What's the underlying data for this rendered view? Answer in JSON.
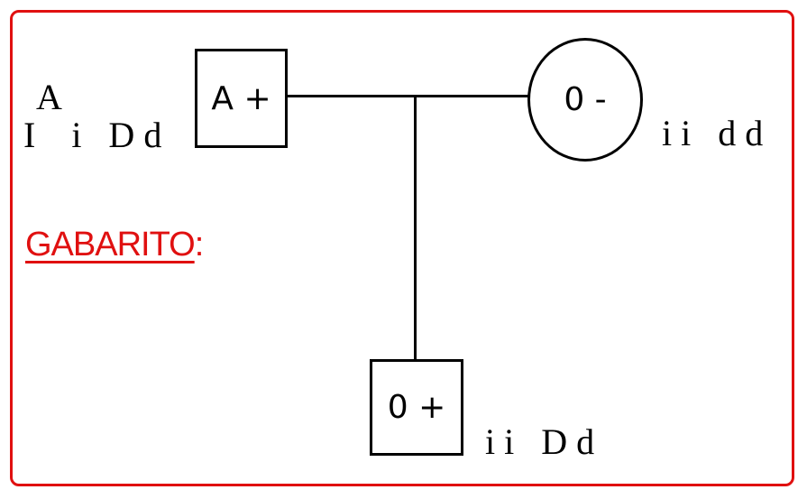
{
  "father": {
    "phenotype": "A +",
    "genotype": "I    i   D d",
    "superscript": "A"
  },
  "mother": {
    "phenotype": "0 -",
    "genotype": "i i   d d"
  },
  "child": {
    "phenotype": "0 +",
    "genotype": "i i   D d"
  },
  "answer_label": {
    "word": "GABARITO",
    "colon": ":"
  },
  "colors": {
    "frame": "#e01010",
    "label": "#e01010",
    "lines": "#000000"
  }
}
